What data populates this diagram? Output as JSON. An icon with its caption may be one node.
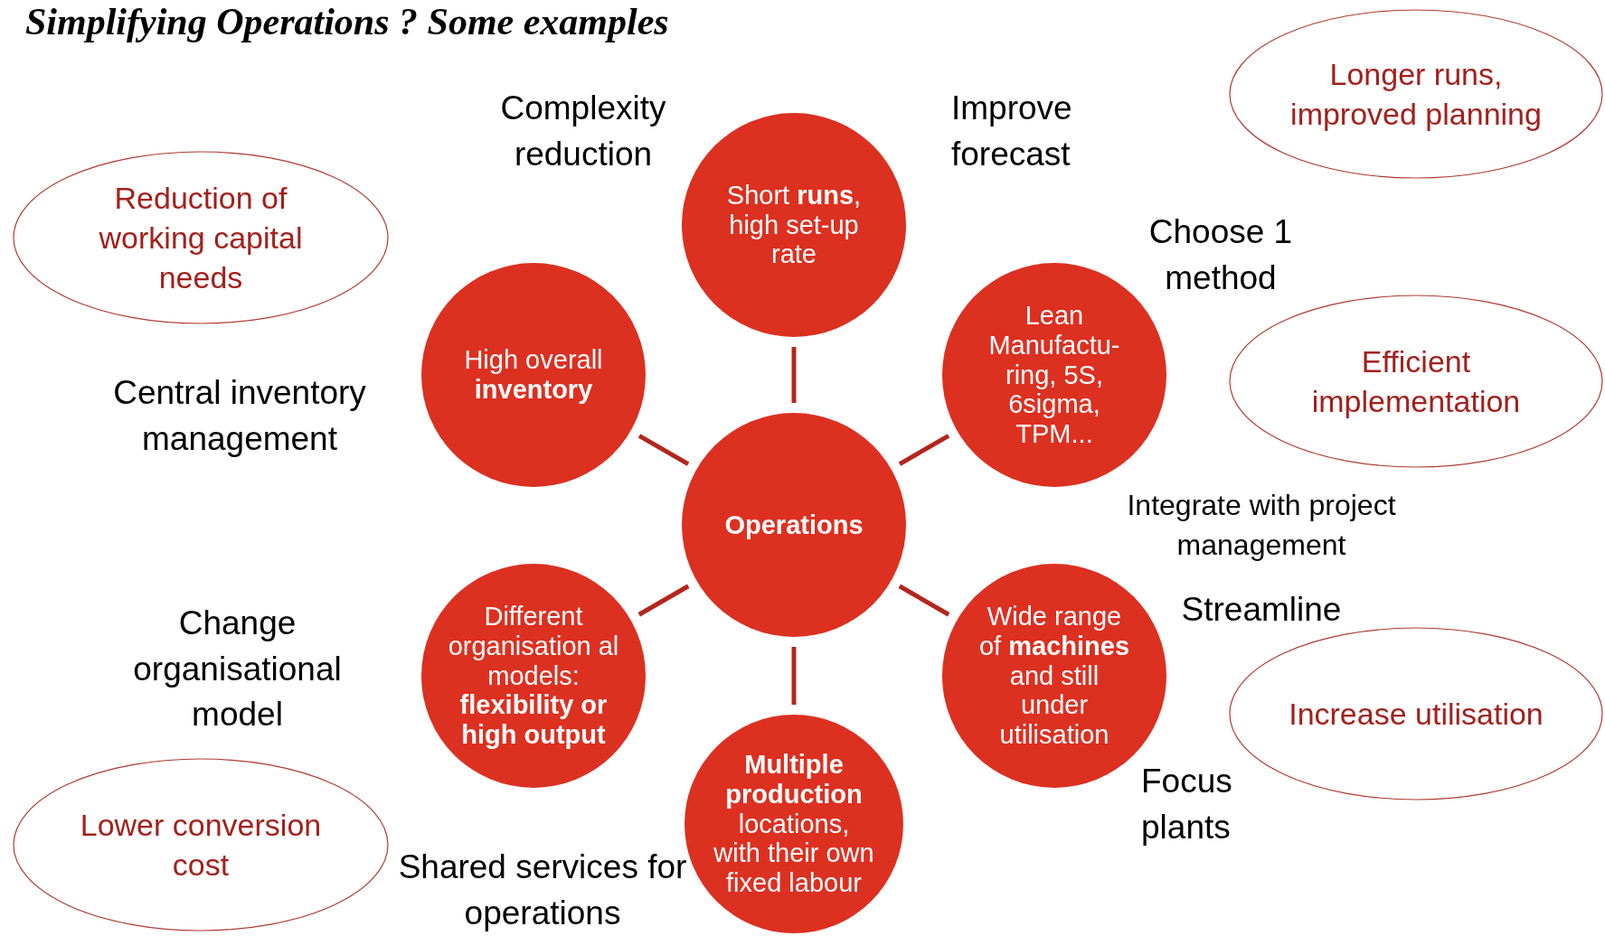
{
  "diagram": {
    "title": "Simplifying Operations ? Some examples",
    "nodes": [
      {
        "text": [
          "Operations"
        ]
      },
      {
        "text": [
          "Short **runs**, high set-up rate"
        ]
      },
      {
        "text": [
          "Lean Manufactu- ring, 5S, 6sigma, TPM..."
        ]
      },
      {
        "text": [
          "Wide range of **machines** and still under utilisation"
        ]
      },
      {
        "text": [
          "**Multiple production** locations, with their own fixed labour"
        ]
      },
      {
        "text": [
          "Different organisation al models: **flexibility or high output**"
        ]
      },
      {
        "text": [
          "High overall **inventory**"
        ]
      },
      {
        "text": [
          "Longer runs, improved planning"
        ]
      },
      {
        "text": [
          "Reduction of working capital needs"
        ]
      },
      {
        "text": [
          "Efficient implementation"
        ]
      },
      {
        "text": [
          "Increase utilisation"
        ]
      },
      {
        "text": [
          "Lower conversion cost"
        ]
      }
    ],
    "edges": [
      {
        "from": 0,
        "to": 1,
        "arrow": "none"
      },
      {
        "from": 0,
        "to": 2,
        "arrow": "none"
      },
      {
        "from": 0,
        "to": 3,
        "arrow": "none"
      },
      {
        "from": 0,
        "to": 4,
        "arrow": "none"
      },
      {
        "from": 0,
        "to": 5,
        "arrow": "none"
      },
      {
        "from": 0,
        "to": 6,
        "arrow": "none"
      }
    ],
    "labels": [
      "Complexity reduction",
      "Improve forecast",
      "Choose 1 method",
      "Central inventory management",
      "Integrate with project management",
      "Streamline",
      "Change organisational model",
      "Focus plants",
      "Shared services for operations"
    ]
  }
}
